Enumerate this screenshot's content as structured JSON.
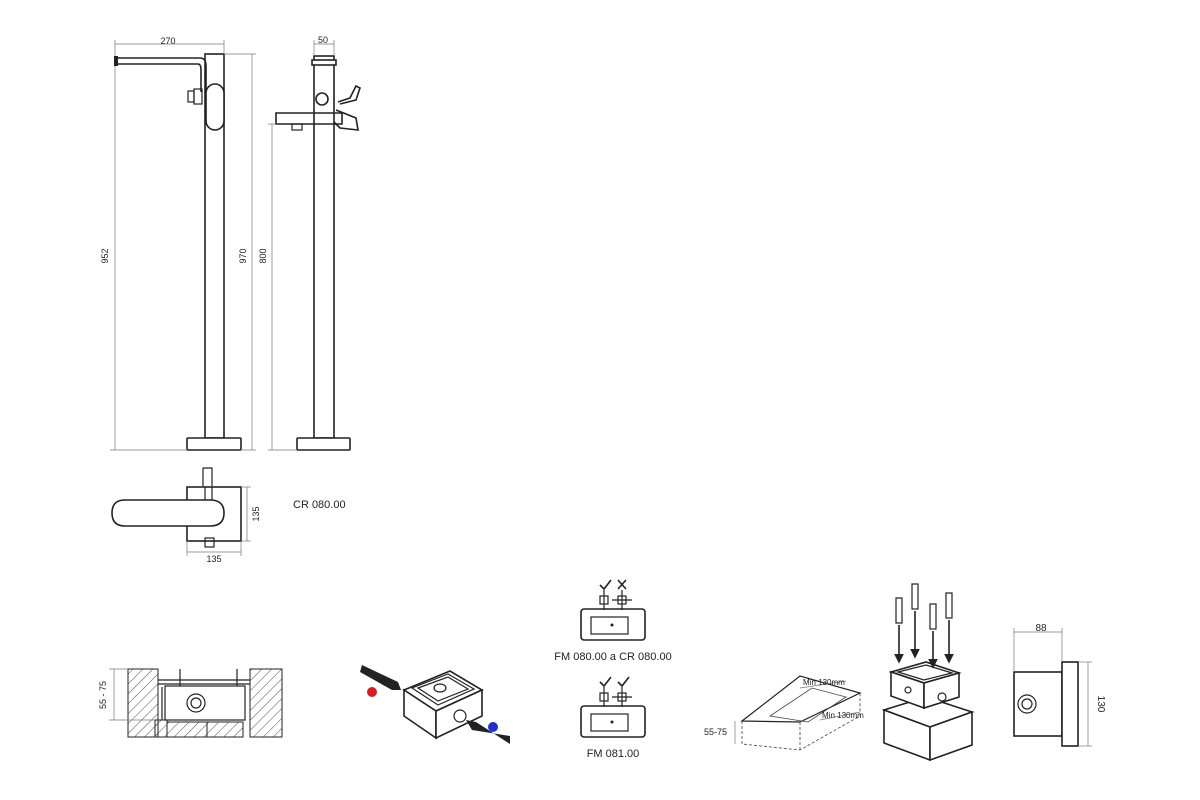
{
  "dimensions": {
    "top_width": "270",
    "side_width": "50",
    "height_spout": "952",
    "height_total": "970",
    "height_side": "800",
    "base_depth": "135",
    "base_width": "135",
    "box_depth": "88",
    "box_height": "130",
    "embed_depth": "55 - 75",
    "trench_depth": "55-75",
    "trench_min_a": "Min 130mm",
    "trench_min_b": "Min 130mm"
  },
  "labels": {
    "product_code": "CR 080.00",
    "compat_caption_1": "FM 080.00 a CR 080.00",
    "compat_caption_2": "FM 081.00"
  },
  "compatibility": [
    {
      "left": "ok",
      "right": "no"
    },
    {
      "left": "ok",
      "right": "ok"
    }
  ],
  "colors": {
    "hot": "#d81e1e",
    "cold": "#1e2fd8"
  },
  "icons": [
    "check-icon",
    "cross-icon",
    "check-icon",
    "check-icon"
  ]
}
